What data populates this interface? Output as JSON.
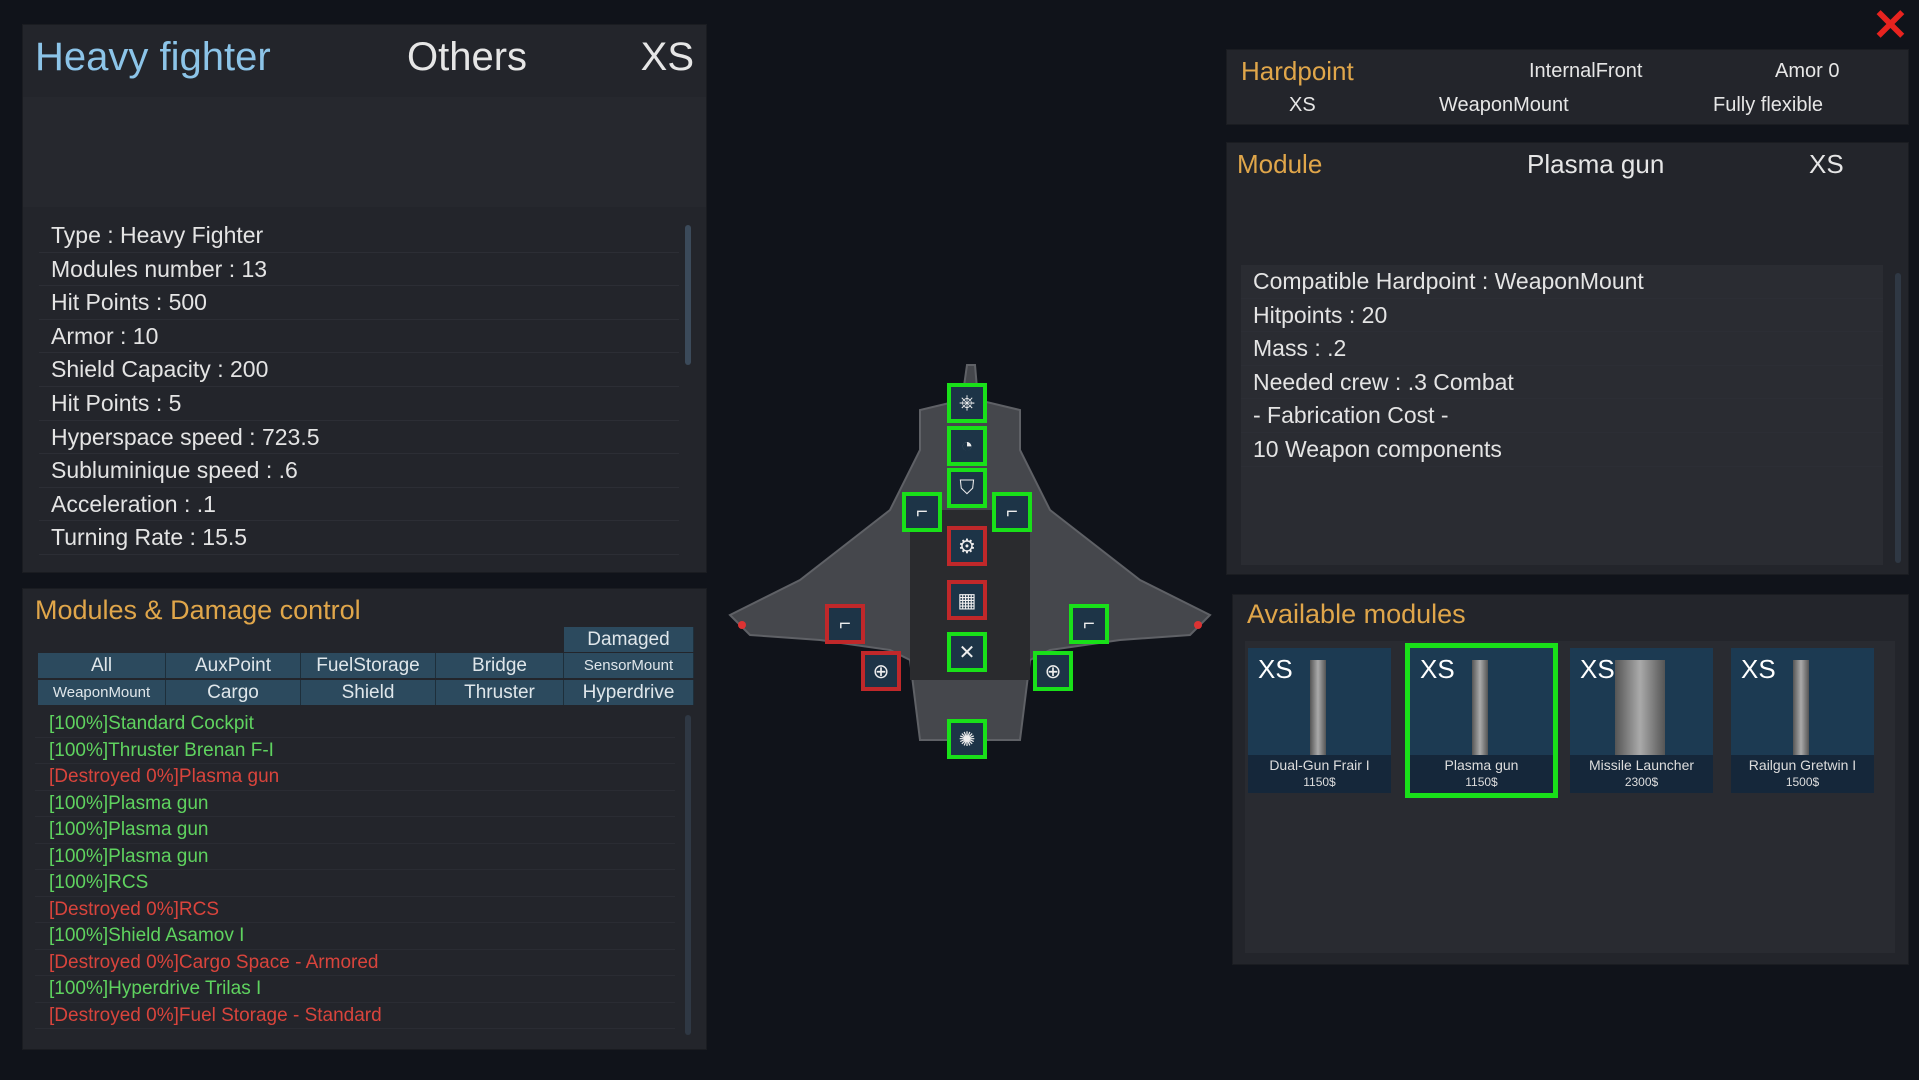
{
  "ship": {
    "name": "Heavy fighter",
    "category": "Others",
    "size": "XS",
    "stats": [
      "Type : Heavy Fighter",
      "Modules number : 13",
      "Hit Points : 500",
      "Armor : 10",
      "Shield Capacity : 200",
      "Hit Points : 5",
      "Hyperspace speed : 723.5",
      "Subluminique speed : .6",
      "Acceleration : .1",
      "Turning Rate : 15.5"
    ]
  },
  "damage_control": {
    "title": "Modules & Damage control",
    "damaged_tab": "Damaged",
    "tabs_row1": [
      "All",
      "AuxPoint",
      "FuelStorage",
      "Bridge",
      "SensorMount"
    ],
    "tabs_row2": [
      "WeaponMount",
      "Cargo",
      "Shield",
      "Thruster",
      "Hyperdrive"
    ],
    "modules": [
      {
        "text": "[100%]Standard Cockpit",
        "status": "ok"
      },
      {
        "text": "[100%]Thruster Brenan F-I",
        "status": "ok"
      },
      {
        "text": "[Destroyed 0%]Plasma gun",
        "status": "destroyed"
      },
      {
        "text": "[100%]Plasma gun",
        "status": "ok"
      },
      {
        "text": "[100%]Plasma gun",
        "status": "ok"
      },
      {
        "text": "[100%]Plasma gun",
        "status": "ok"
      },
      {
        "text": "[100%]RCS",
        "status": "ok"
      },
      {
        "text": "[Destroyed 0%]RCS",
        "status": "destroyed"
      },
      {
        "text": "[100%]Shield Asamov I",
        "status": "ok"
      },
      {
        "text": "[Destroyed 0%]Cargo Space - Armored",
        "status": "destroyed"
      },
      {
        "text": "[100%]Hyperdrive Trilas I",
        "status": "ok"
      },
      {
        "text": "[Destroyed 0%]Fuel Storage - Standard",
        "status": "destroyed"
      }
    ]
  },
  "hardpoint": {
    "label": "Hardpoint",
    "position": "InternalFront",
    "armor": "Amor 0",
    "size": "XS",
    "type": "WeaponMount",
    "flexibility": "Fully flexible"
  },
  "module": {
    "label": "Module",
    "name": "Plasma gun",
    "size": "XS",
    "details": [
      "Compatible Hardpoint : WeaponMount",
      "Hitpoints : 20",
      "Mass : .2",
      "Needed crew : .3 Combat",
      "- Fabrication Cost -",
      "10 Weapon components"
    ]
  },
  "available": {
    "title": "Available modules",
    "items": [
      {
        "size": "XS",
        "name": "Dual-Gun Frair I",
        "price": "1150$",
        "selected": false
      },
      {
        "size": "XS",
        "name": "Plasma gun",
        "price": "1150$",
        "selected": true
      },
      {
        "size": "XS",
        "name": "Missile Launcher",
        "price": "2300$",
        "selected": false
      },
      {
        "size": "XS",
        "name": "Railgun Gretwin I",
        "price": "1500$",
        "selected": false
      }
    ]
  },
  "slots": [
    {
      "icon": "steering-wheel-icon",
      "glyph": "⎈",
      "status": "ok"
    },
    {
      "icon": "radar-icon",
      "glyph": "◔",
      "status": "ok"
    },
    {
      "icon": "armor-icon",
      "glyph": "⛉",
      "status": "ok"
    },
    {
      "icon": "gun-icon",
      "glyph": "⌐",
      "status": "ok"
    },
    {
      "icon": "gun-icon",
      "glyph": "⌐",
      "status": "ok"
    },
    {
      "icon": "gear-icon",
      "glyph": "⚙",
      "status": "destroyed"
    },
    {
      "icon": "cargo-icon",
      "glyph": "▦",
      "status": "destroyed"
    },
    {
      "icon": "hyperdrive-icon",
      "glyph": "✕",
      "status": "ok"
    },
    {
      "icon": "gun-icon",
      "glyph": "⌐",
      "status": "destroyed"
    },
    {
      "icon": "gun-icon",
      "glyph": "⌐",
      "status": "ok"
    },
    {
      "icon": "rcs-icon",
      "glyph": "⊕",
      "status": "destroyed"
    },
    {
      "icon": "rcs-icon",
      "glyph": "⊕",
      "status": "ok"
    },
    {
      "icon": "thruster-icon",
      "glyph": "✺",
      "status": "ok"
    }
  ],
  "colors": {
    "ok": "#5fd35f",
    "destroyed": "#d9443c",
    "accent": "#e0a64a",
    "title": "#8cc4e8"
  },
  "close_glyph": "✕"
}
